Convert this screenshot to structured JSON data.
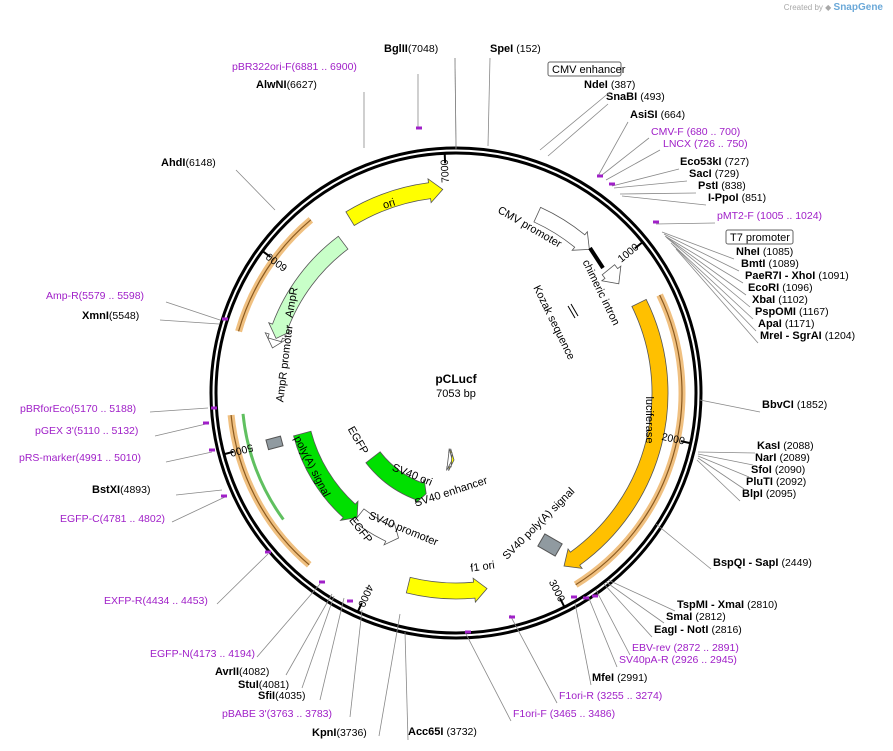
{
  "credit": {
    "prefix": "Created by",
    "brand": "SnapGene"
  },
  "plasmid": {
    "name": "pCLucf",
    "size_label": "7053 bp",
    "length": 7053
  },
  "ticks": [
    "1000",
    "2000",
    "3000",
    "4000",
    "5000",
    "6000",
    "7000"
  ],
  "features": [
    {
      "name": "CMV enhancer",
      "boxed": true
    },
    {
      "name": "CMV promoter"
    },
    {
      "name": "T7 promoter",
      "boxed": true
    },
    {
      "name": "chimeric intron"
    },
    {
      "name": "Kozak sequence"
    },
    {
      "name": "luciferase"
    },
    {
      "name": "SV40 poly(A) signal"
    },
    {
      "name": "f1 ori"
    },
    {
      "name": "SV40 promoter"
    },
    {
      "name": "SV40 enhancer"
    },
    {
      "name": "SV40 ori"
    },
    {
      "name": "EGFP"
    },
    {
      "name": "EGFP"
    },
    {
      "name": "poly(A) signal"
    },
    {
      "name": "AmpR promoter"
    },
    {
      "name": "AmpR"
    },
    {
      "name": "ori"
    }
  ],
  "labels": {
    "right": [
      {
        "name": "SpeI",
        "pos": "(152)",
        "kind": "site"
      },
      {
        "name": "NdeI",
        "pos": "(387)",
        "kind": "site"
      },
      {
        "name": "SnaBI",
        "pos": "(493)",
        "kind": "site"
      },
      {
        "name": "AsiSI",
        "pos": "(664)",
        "kind": "site"
      },
      {
        "name": "CMV-F",
        "pos": "(680 .. 700)",
        "kind": "primer"
      },
      {
        "name": "LNCX",
        "pos": "(726 .. 750)",
        "kind": "primer"
      },
      {
        "name": "Eco53kI",
        "pos": "(727)",
        "kind": "site"
      },
      {
        "name": "SacI",
        "pos": "(729)",
        "kind": "site"
      },
      {
        "name": "PstI",
        "pos": "(838)",
        "kind": "site"
      },
      {
        "name": "I-PpoI",
        "pos": "(851)",
        "kind": "site"
      },
      {
        "name": "pMT2-F",
        "pos": "(1005 .. 1024)",
        "kind": "primer"
      },
      {
        "name": "NheI",
        "pos": "(1085)",
        "kind": "site"
      },
      {
        "name": "BmtI",
        "pos": "(1089)",
        "kind": "site"
      },
      {
        "name": "PaeR7I - XhoI",
        "pos": "(1091)",
        "kind": "site"
      },
      {
        "name": "EcoRI",
        "pos": "(1096)",
        "kind": "site"
      },
      {
        "name": "XbaI",
        "pos": "(1102)",
        "kind": "site"
      },
      {
        "name": "PspOMI",
        "pos": "(1167)",
        "kind": "site"
      },
      {
        "name": "ApaI",
        "pos": "(1171)",
        "kind": "site"
      },
      {
        "name": "MreI - SgrAI",
        "pos": "(1204)",
        "kind": "site"
      },
      {
        "name": "BbvCI",
        "pos": "(1852)",
        "kind": "site"
      },
      {
        "name": "KasI",
        "pos": "(2088)",
        "kind": "site"
      },
      {
        "name": "NarI",
        "pos": "(2089)",
        "kind": "site"
      },
      {
        "name": "SfoI",
        "pos": "(2090)",
        "kind": "site"
      },
      {
        "name": "PluTI",
        "pos": "(2092)",
        "kind": "site"
      },
      {
        "name": "BlpI",
        "pos": "(2095)",
        "kind": "site"
      },
      {
        "name": "BspQI - SapI",
        "pos": "(2449)",
        "kind": "site"
      },
      {
        "name": "TspMI - XmaI",
        "pos": "(2810)",
        "kind": "site"
      },
      {
        "name": "SmaI",
        "pos": "(2812)",
        "kind": "site"
      },
      {
        "name": "EagI - NotI",
        "pos": "(2816)",
        "kind": "site"
      },
      {
        "name": "EBV-rev",
        "pos": "(2872 .. 2891)",
        "kind": "primer"
      },
      {
        "name": "SV40pA-R",
        "pos": "(2926 .. 2945)",
        "kind": "primer"
      },
      {
        "name": "MfeI",
        "pos": "(2991)",
        "kind": "site"
      },
      {
        "name": "F1ori-R",
        "pos": "(3255 .. 3274)",
        "kind": "primer"
      },
      {
        "name": "F1ori-F",
        "pos": "(3465 .. 3486)",
        "kind": "primer"
      },
      {
        "name": "Acc65I",
        "pos": "(3732)",
        "kind": "site"
      }
    ],
    "left": [
      {
        "name": "BglII",
        "pos": "(7048)",
        "kind": "site"
      },
      {
        "name": "pBR322ori-F",
        "pos": "(6881 .. 6900)",
        "kind": "primer"
      },
      {
        "name": "AlwNI",
        "pos": "(6627)",
        "kind": "site"
      },
      {
        "name": "AhdI",
        "pos": "(6148)",
        "kind": "site"
      },
      {
        "name": "Amp-R",
        "pos": "(5579 .. 5598)",
        "kind": "primer"
      },
      {
        "name": "XmnI",
        "pos": "(5548)",
        "kind": "site"
      },
      {
        "name": "pBRforEco",
        "pos": "(5170 .. 5188)",
        "kind": "primer"
      },
      {
        "name": "pGEX 3'",
        "pos": "(5110 .. 5132)",
        "kind": "primer"
      },
      {
        "name": "pRS-marker",
        "pos": "(4991 .. 5010)",
        "kind": "primer"
      },
      {
        "name": "BstXI",
        "pos": "(4893)",
        "kind": "site"
      },
      {
        "name": "EGFP-C",
        "pos": "(4781 .. 4802)",
        "kind": "primer"
      },
      {
        "name": "EXFP-R",
        "pos": "(4434 .. 4453)",
        "kind": "primer"
      },
      {
        "name": "EGFP-N",
        "pos": "(4173 .. 4194)",
        "kind": "primer"
      },
      {
        "name": "AvrII",
        "pos": "(4082)",
        "kind": "site"
      },
      {
        "name": "StuI",
        "pos": "(4081)",
        "kind": "site"
      },
      {
        "name": "SfiI",
        "pos": "(4035)",
        "kind": "site"
      },
      {
        "name": "pBABE 3'",
        "pos": "(3763 .. 3783)",
        "kind": "primer"
      },
      {
        "name": "KpnI",
        "pos": "(3736)",
        "kind": "site"
      }
    ]
  },
  "colors": {
    "ori": "#ffff00",
    "luciferase": "#ffc000",
    "egfp": "#00e000",
    "ampr": "#c8ffc8",
    "primer": "#a020c8",
    "promoter": "#ffffff",
    "orf_glow": "#f0c080",
    "polyA": "#909aa0"
  }
}
